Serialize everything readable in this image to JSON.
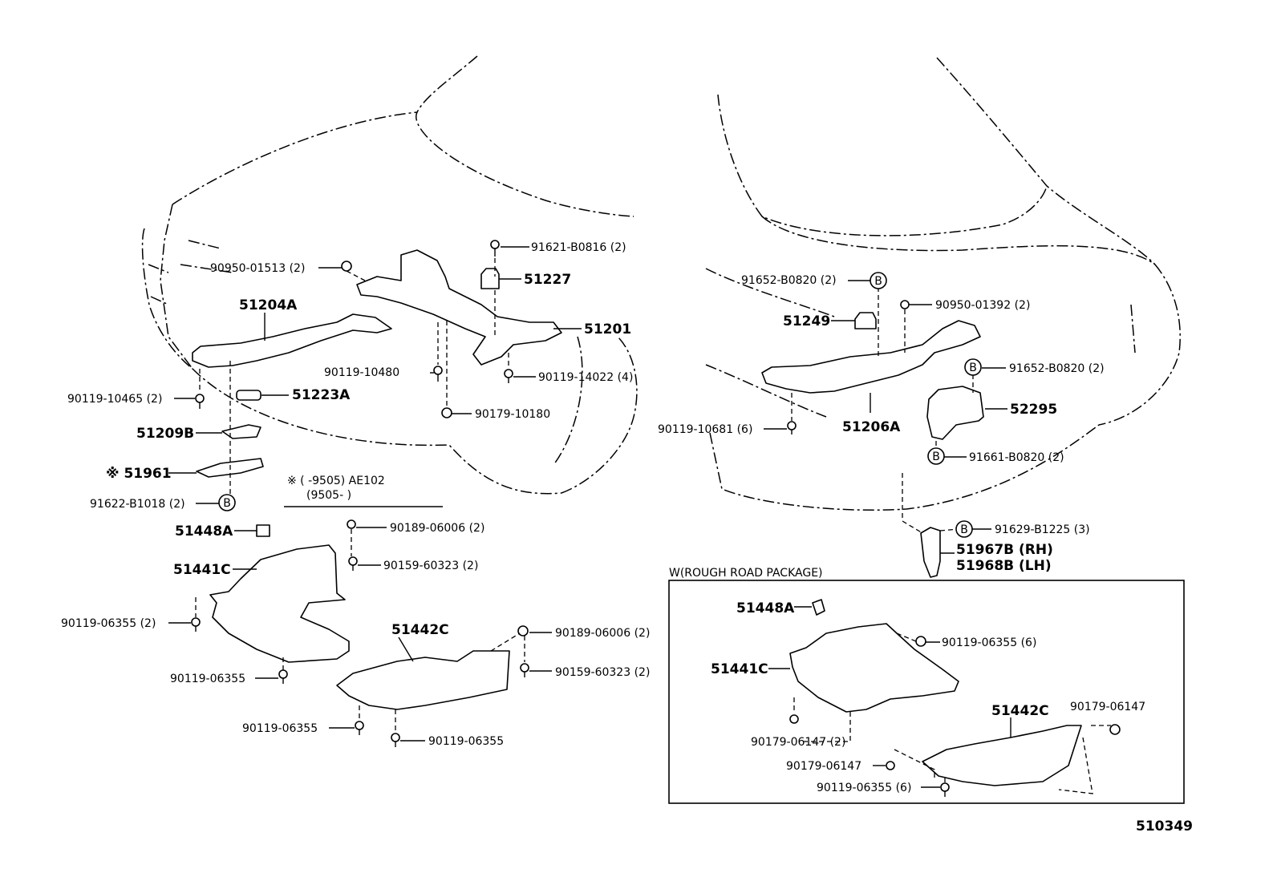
{
  "diagram_id": "510349",
  "note": {
    "symbol": "※",
    "line1": "※ (        -9505) AE102",
    "line2": "(9505-        )"
  },
  "rough_road_title": "W(ROUGH ROAD PACKAGE)",
  "callout_letter": "B",
  "labels": {
    "p91621_B0816": "91621-B0816 (2)",
    "p90950_01513": "90950-01513 (2)",
    "p51227": "51227",
    "p51204A": "51204A",
    "p51201": "51201",
    "p90119_10480": "90119-10480",
    "p90119_14022": "90119-14022 (4)",
    "p90119_10465": "90119-10465 (2)",
    "p51223A": "51223A",
    "p90179_10180": "90179-10180",
    "p51209B": "51209B",
    "p51961": "※ 51961",
    "p91622_B1018": "91622-B1018 (2)",
    "p51448A": "51448A",
    "p90189_06006_a": "90189-06006 (2)",
    "p51441C": "51441C",
    "p90159_60323_a": "90159-60323 (2)",
    "p90119_06355_a": "90119-06355 (2)",
    "p90119_06355_b": "90119-06355",
    "p51442C": "51442C",
    "p90189_06006_b": "90189-06006 (2)",
    "p90159_60323_b": "90159-60323 (2)",
    "p90119_06355_c": "90119-06355",
    "p90119_06355_d": "90119-06355",
    "p91652_B0820_a": "91652-B0820 (2)",
    "p90950_01392": "90950-01392 (2)",
    "p51249": "51249",
    "p91652_B0820_b": "91652-B0820 (2)",
    "p90119_10681": "90119-10681 (6)",
    "p51206A": "51206A",
    "p52295": "52295",
    "p91661_B0820": "91661-B0820 (2)",
    "p91629_B1225": "91629-B1225 (3)",
    "p51967B": "51967B (RH)",
    "p51968B": "51968B (LH)",
    "r51448A": "51448A",
    "r90119_06355": "90119-06355 (6)",
    "r51441C": "51441C",
    "r51442C": "51442C",
    "r90179_06147_a": "90179-06147",
    "r90179_06147_b": "90179-06147 (2)",
    "r90179_06147_c": "90179-06147",
    "r90119_06355_b": "90119-06355 (6)"
  }
}
